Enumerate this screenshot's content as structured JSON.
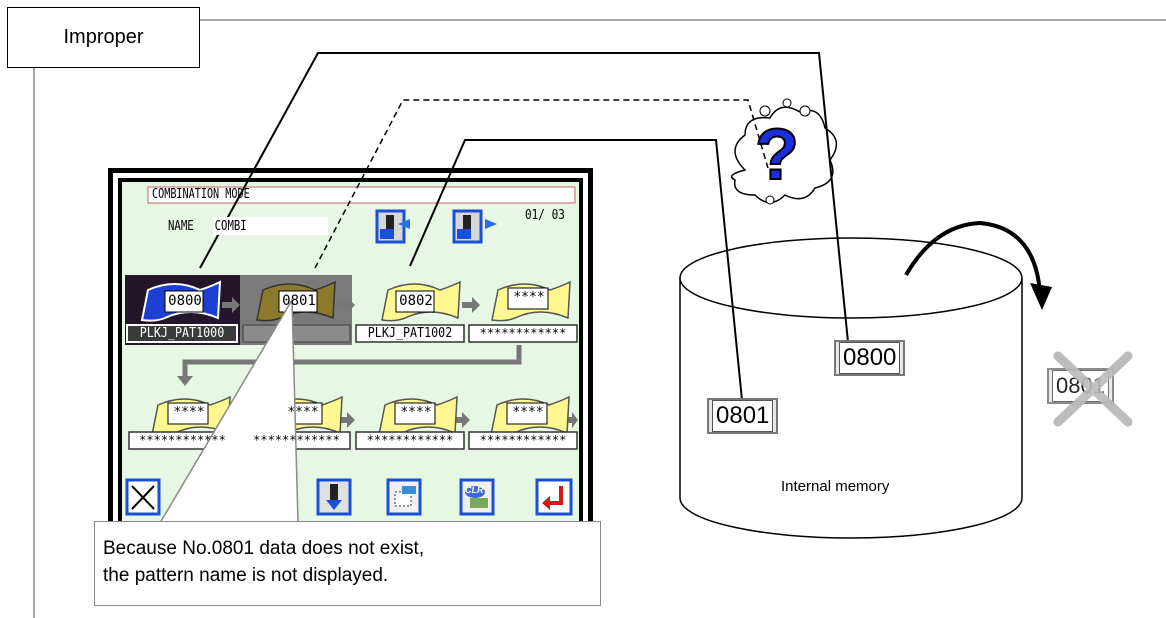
{
  "tag": {
    "label": "Improper"
  },
  "panel": {
    "title": "COMBINATION MODE",
    "name_label": "NAME",
    "name_value": "COMBI",
    "page": "01/ 03",
    "row1": [
      {
        "code": "0800",
        "name": "PLKJ_PAT1000"
      },
      {
        "code": "0801",
        "name": ""
      },
      {
        "code": "0802",
        "name": "PLKJ_PAT1002"
      },
      {
        "code": "****",
        "name": "************"
      }
    ],
    "row2": [
      {
        "code": "****",
        "name": "************"
      },
      {
        "code": "****",
        "name": "************"
      },
      {
        "code": "****",
        "name": "************"
      },
      {
        "code": "****",
        "name": "************"
      }
    ],
    "clr_label": "CLR"
  },
  "callout": {
    "line1": "Because No.0801 data does not exist,",
    "line2": "the pattern name is not displayed."
  },
  "memory": {
    "label": "Internal memory",
    "item_a": "0800",
    "item_b": "0801",
    "deleted": "0801"
  },
  "question_mark": "?"
}
